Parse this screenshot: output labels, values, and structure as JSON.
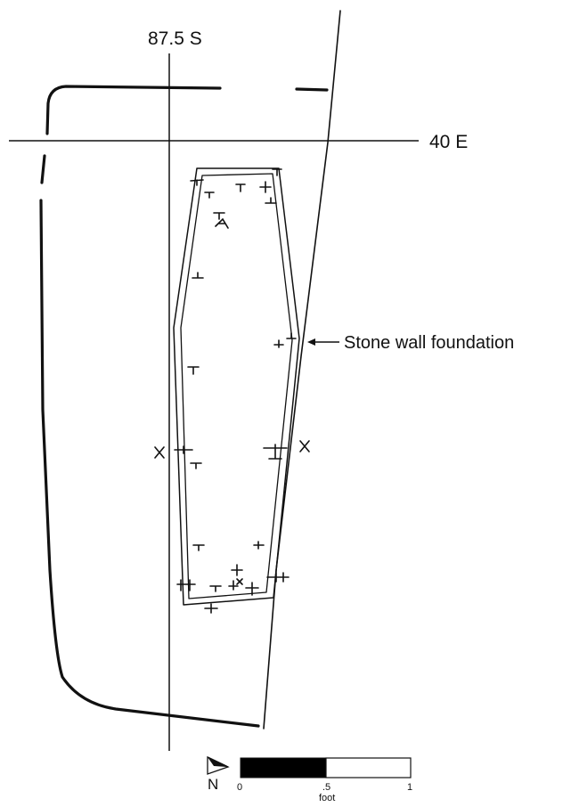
{
  "grid": {
    "vertical_label": "87.5 S",
    "horizontal_label": "40 E"
  },
  "annotations": {
    "wall_label": "Stone wall foundation"
  },
  "scale_bar": {
    "tick_0": "0",
    "tick_mid": ".5",
    "tick_end": "1",
    "unit": "foot"
  },
  "north_arrow": {
    "letter": "N"
  },
  "colors": {
    "ink": "#111111",
    "background": "#ffffff"
  }
}
